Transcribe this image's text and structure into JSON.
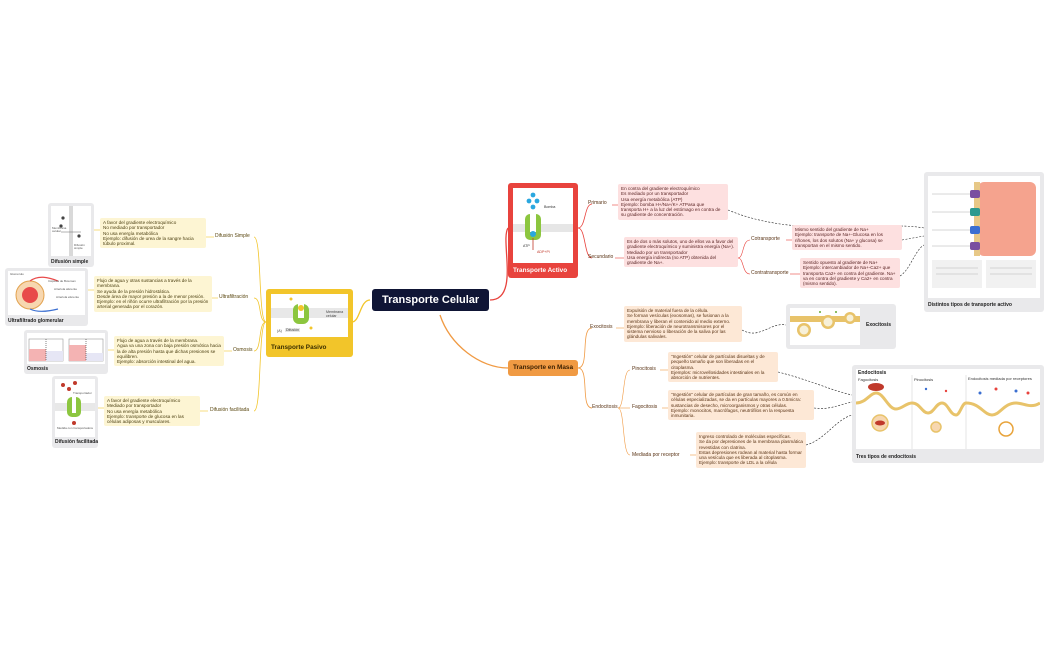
{
  "center": {
    "title": "Transporte Celular"
  },
  "pasivo": {
    "title": "Transporte Pasivo",
    "img_text": {
      "membrane": "Membrana celular",
      "caption": "(A) Difusión",
      "label_a": "(A)",
      "label_b": "Difusión"
    },
    "branches": [
      {
        "name": "Difusión Simple",
        "text": "A favor del gradiente electroquímico\nNo mediado por transportador\nNo usa energía metabólica\nEjemplo: difusión de urea de la sangre hacia túbulo proximal.",
        "image_caption": "Difusión simple",
        "img_labels": [
          "Membrana celular",
          "Difusión simple"
        ]
      },
      {
        "name": "Ultrafiltración",
        "text": "Flujo de agua y otras sustancias a través de la membrana.\nSe ayuda de la presión hidrostática.\nDesde área de mayor presión a la de menor presión.\nEjemplo: en el riñón ocurre ultrafiltración por la presión arterial generada por el corazón.",
        "image_caption": "Ultrafiltrado glomerular",
        "img_labels": [
          "Glomérulo",
          "Cápsula de Bowman",
          "Arteriola aferente",
          "Arteriola eferente"
        ]
      },
      {
        "name": "Osmosis",
        "text": "Flujo de agua a través de la membrana.\nAgua va una zona con baja presión osmótica hacia la de alta presión hasta que dichas presiones se equilibren.\nEjemplo: absorción intestinal del agua.",
        "image_caption": "Osmosis",
        "img_labels": []
      },
      {
        "name": "Difusión facilitada",
        "text": "A favor del gradiente electroquímico\nMediado por transportador\nNo usa energía metabólica\nEjemplo: transporte de glucosa en las células adiposas y musculares.",
        "image_caption": "Difusión facilitada",
        "img_labels": [
          "Transportador",
          "Medida con transportadora"
        ]
      }
    ]
  },
  "activo": {
    "title": "Transporte Activo",
    "img_text": {
      "label": "Bomba",
      "atp": "ATP",
      "adp": "ADP+Pi"
    },
    "primario": {
      "name": "Primario",
      "text": "En contra del gradiente electroquímico\nEs mediado por un transportador\nUsa energía metabólica (ATP)\nEjemplo: bomba H+/Na+/K+ ATPasa que transporta H+ a la luz del estómago en contra de su gradiente de concentración."
    },
    "secundario": {
      "name": "Secundario",
      "text": "Es de dos o más solutos, uno de ellos va a favor del gradiente electroquímico y suministra energía (Na+).\nMediado por un transportador\nUsa energía indirecta (no ATP) obtenida del gradiente de Na+.",
      "children": [
        {
          "name": "Cotransporte",
          "text": "Mismo sentido del gradiente de Na+\nEjemplo: transporte de Na+-Glucosa en los riñones, los dos solutos (Na+ y glucosa) se transportan en el mismo sentido."
        },
        {
          "name": "Contratransporte",
          "text": "Sentido opuesto al gradiente de Na+\nEjemplo: intercambiador de Na+-Ca2+ que transporta Ca2+ en contra del gradiente. Na+ va en contra del gradiente y Ca2+ en contra (mismo sentido)."
        }
      ]
    },
    "image_caption": "Distintos tipos de transporte activo"
  },
  "masa": {
    "title": "Transporte en Masa",
    "exocitosis": {
      "name": "Exocitosis",
      "text": "Expulsión de material fuera de la célula.\nSe forman vesículas (exosomas), se fusionan a la membrana y liberan el contenido al medio externo.\nEjemplo: liberación de neurotransmisores por el sistema nervioso o liberación de la saliva por las glándulas salivales.",
      "image_caption": "Exocitosis"
    },
    "endocitosis": {
      "name": "Endocitosis",
      "children": [
        {
          "name": "Pinocitosis",
          "text": "\"Ingestión\" celular de partículas disueltas y de pequeño tamaño que son liberadas en el citoplasma.\nEjemplos: microvellosidades intestinales en la absorción de nutrientes."
        },
        {
          "name": "Fagocitosis",
          "text": "\"Ingestión\" celular de partículas de gran tamaño, es común en células especializadas, se da en partículas mayores a 0.5micra: sustancias de desecho, microorganismos y otras células.\nEjemplo: monocitos, macrófagos, neutrófilos en la respuesta inmunitaria."
        },
        {
          "name": "Mediada por receptor",
          "text": "Ingreso controlado de moléculas específicas.\nSe da por depresiones de la membrana plasmática revestidas con clatrina.\nEstas depresiones rodean al material hasta formar una vesícula que es liberada al citoplasma.\nEjemplo: transporte de LDL a la célula"
        }
      ],
      "image_title": "Endocitosis",
      "image_cols": [
        "Fagocitosis",
        "Pinocitosis",
        "Endocitosis mediada por receptores"
      ],
      "image_caption": "Tres tipos de endocitosis"
    }
  },
  "colors": {
    "center": "#0f1535",
    "pasivo": "#f2c52a",
    "activo": "#e8433d",
    "masa": "#f09a43",
    "note_yellow": "#fdf5d3",
    "note_pink": "#fde0e0",
    "note_peach": "#fde8d6"
  }
}
